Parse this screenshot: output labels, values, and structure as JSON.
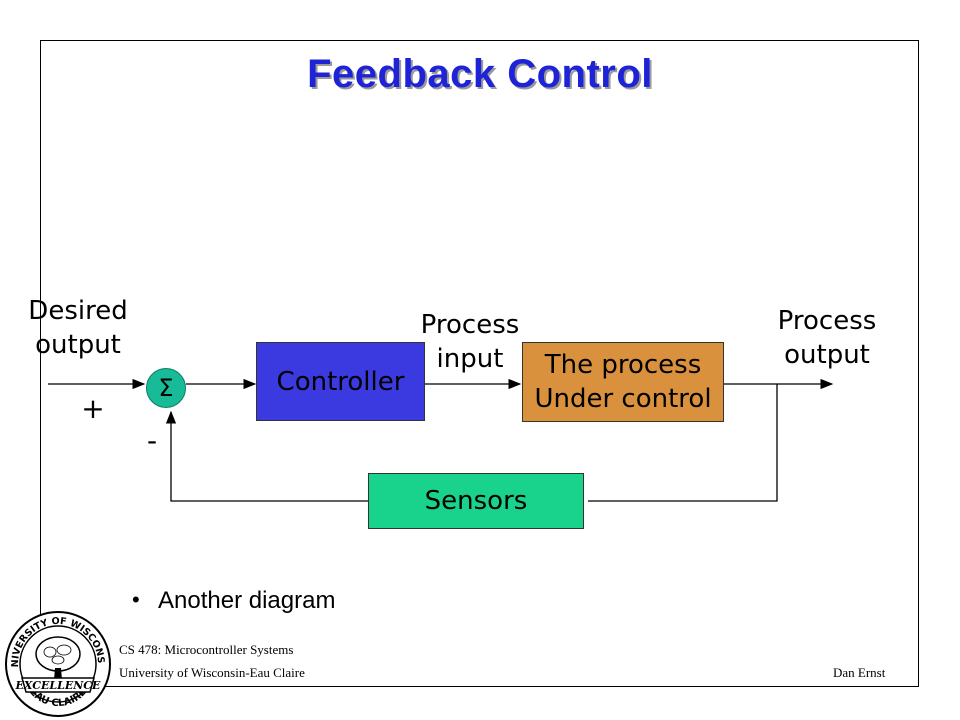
{
  "slide": {
    "title": "Feedback Control",
    "bullet": "Another diagram"
  },
  "diagram": {
    "desired_output": [
      "Desired",
      "output"
    ],
    "plus_sign": "+",
    "minus_sign": "-",
    "sum_symbol": "Σ",
    "controller": "Controller",
    "process_input": [
      "Process",
      "input"
    ],
    "process_box": [
      "The process",
      "Under control"
    ],
    "process_output": [
      "Process",
      "output"
    ],
    "sensors": "Sensors",
    "colors": {
      "controller": "#3a3ae0",
      "process": "#d9913d",
      "sensors": "#19d38c",
      "sum": "#17bb98",
      "title": "#1f23d8"
    }
  },
  "footer": {
    "course": "CS 478: Microcontroller Systems",
    "school": "University of Wisconsin-Eau Claire",
    "author": "Dan Ernst"
  },
  "seal": {
    "top_text": "UNIVERSITY OF WISCONSIN",
    "middle_text": "EXCELLENCE",
    "bottom_text": "EAU CLAIRE"
  }
}
